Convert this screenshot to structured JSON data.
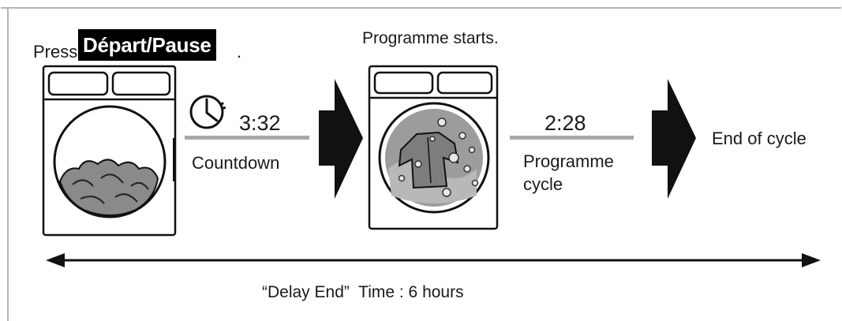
{
  "step1": {
    "press_text": "Press",
    "button_label": "Départ/Pause",
    "period": "."
  },
  "step2": {
    "caption": "Programme starts."
  },
  "countdown": {
    "time": "3:32",
    "label": "Countdown"
  },
  "programme_cycle": {
    "time": "2:28",
    "label_line1": "Programme",
    "label_line2": "cycle"
  },
  "end": {
    "label": "End of cycle"
  },
  "span": {
    "label": "“Delay End”  Time : 6 hours"
  },
  "icons": {
    "clock": "clock-icon",
    "arrow": "right-arrow-icon",
    "washer": "washing-machine-icon"
  },
  "colors": {
    "ink": "#1a1a1a",
    "timeline_bar": "#a8a8a8",
    "drum_water": "#9c9c9c",
    "frame": "#b4b4b4"
  }
}
